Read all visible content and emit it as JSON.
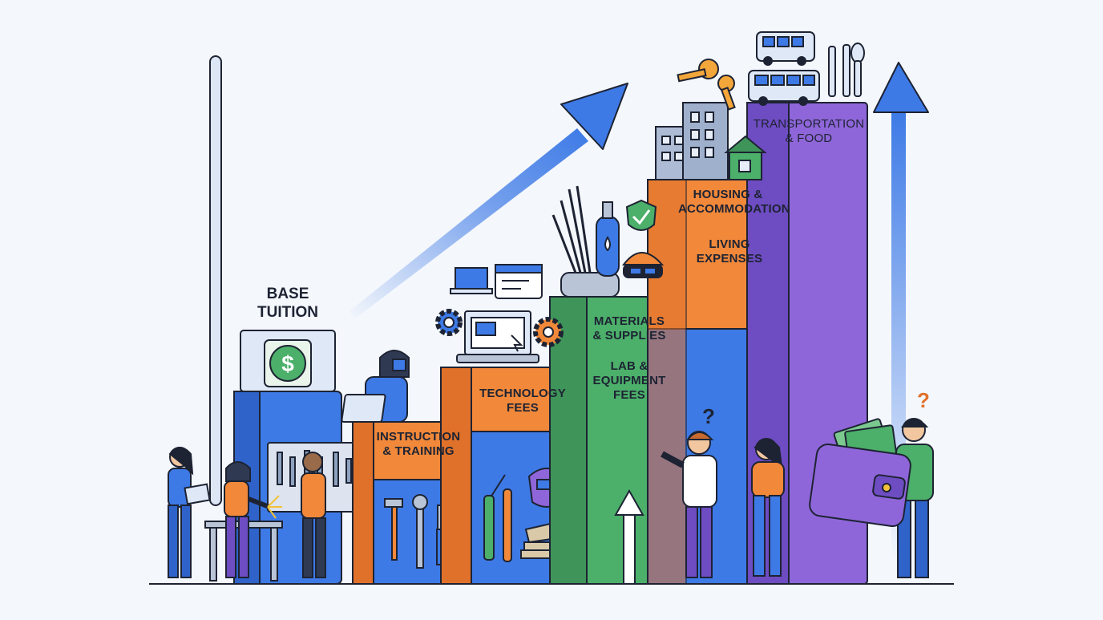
{
  "labels": {
    "base_tuition": "BASE\nTUITION",
    "instruction_training": "INSTRUCTION\n& TRAINING",
    "technology_fees": "TECHNOLOGY\nFEES",
    "materials_supplies": "MATERIALS\n& SUPPLIES",
    "lab_equipment_fees": "LAB &\nEQUIPMENT\nFEES",
    "housing_accommodation": "HOUSING &\nACCOMMODATION",
    "living_expenses": "LIVING\nEXPENSES",
    "transportation_food": "TRANSPORTATION\n& FOOD"
  },
  "glyphs": {
    "dollar": "$",
    "question": "?"
  },
  "icons": [
    "dollar-sign-icon",
    "wrench-icon",
    "hammer-icon",
    "screwdriver-icon",
    "pliers-icon",
    "welding-torch-icon",
    "welding-mask-icon",
    "laptop-icon",
    "browser-window-icon",
    "gear-icon",
    "cursor-icon",
    "welding-rods-icon",
    "gas-cylinder-icon",
    "shield-check-icon",
    "safety-helmet-icon",
    "building-icon",
    "house-icon",
    "key-icon",
    "bus-icon",
    "fork-icon",
    "knife-icon",
    "spoon-icon",
    "wallet-icon",
    "cash-icon",
    "up-arrow-icon",
    "trend-arrow-icon",
    "sparkle-icon"
  ],
  "colors": {
    "blue": "#3d7ae6",
    "blue_dark": "#2f63c9",
    "orange": "#f1883a",
    "green": "#4caf6a",
    "purple": "#8f66d9",
    "ink": "#1d2333"
  }
}
